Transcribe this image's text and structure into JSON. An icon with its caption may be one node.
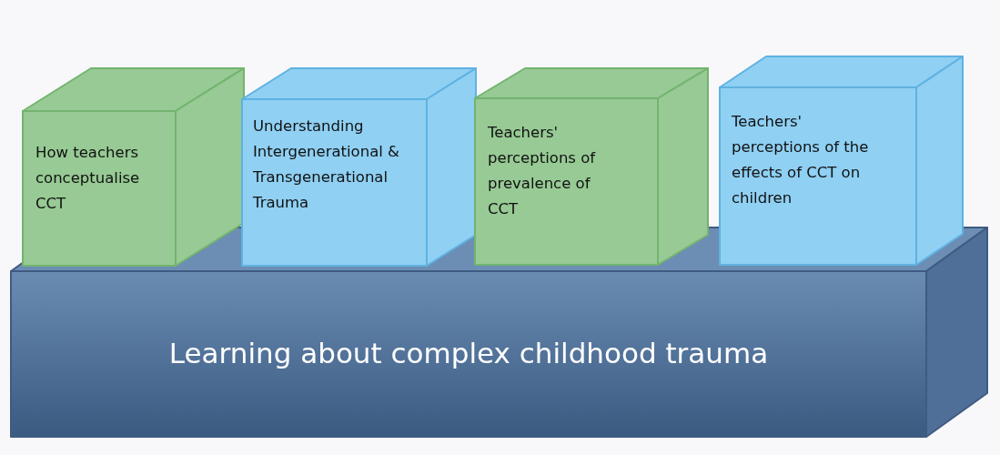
{
  "diagram": {
    "nodes": [
      {
        "text": [
          "How teachers conceptualise CCT"
        ]
      },
      {
        "text": [
          "Understanding Intergenerational & Transgenerational Trauma"
        ]
      },
      {
        "text": [
          "Teachers' perceptions of prevalence of CCT"
        ]
      },
      {
        "text": [
          "Teachers' perceptions of the effects of CCT on children"
        ]
      },
      {
        "text": [
          "Learning about complex childhood trauma"
        ]
      }
    ]
  }
}
